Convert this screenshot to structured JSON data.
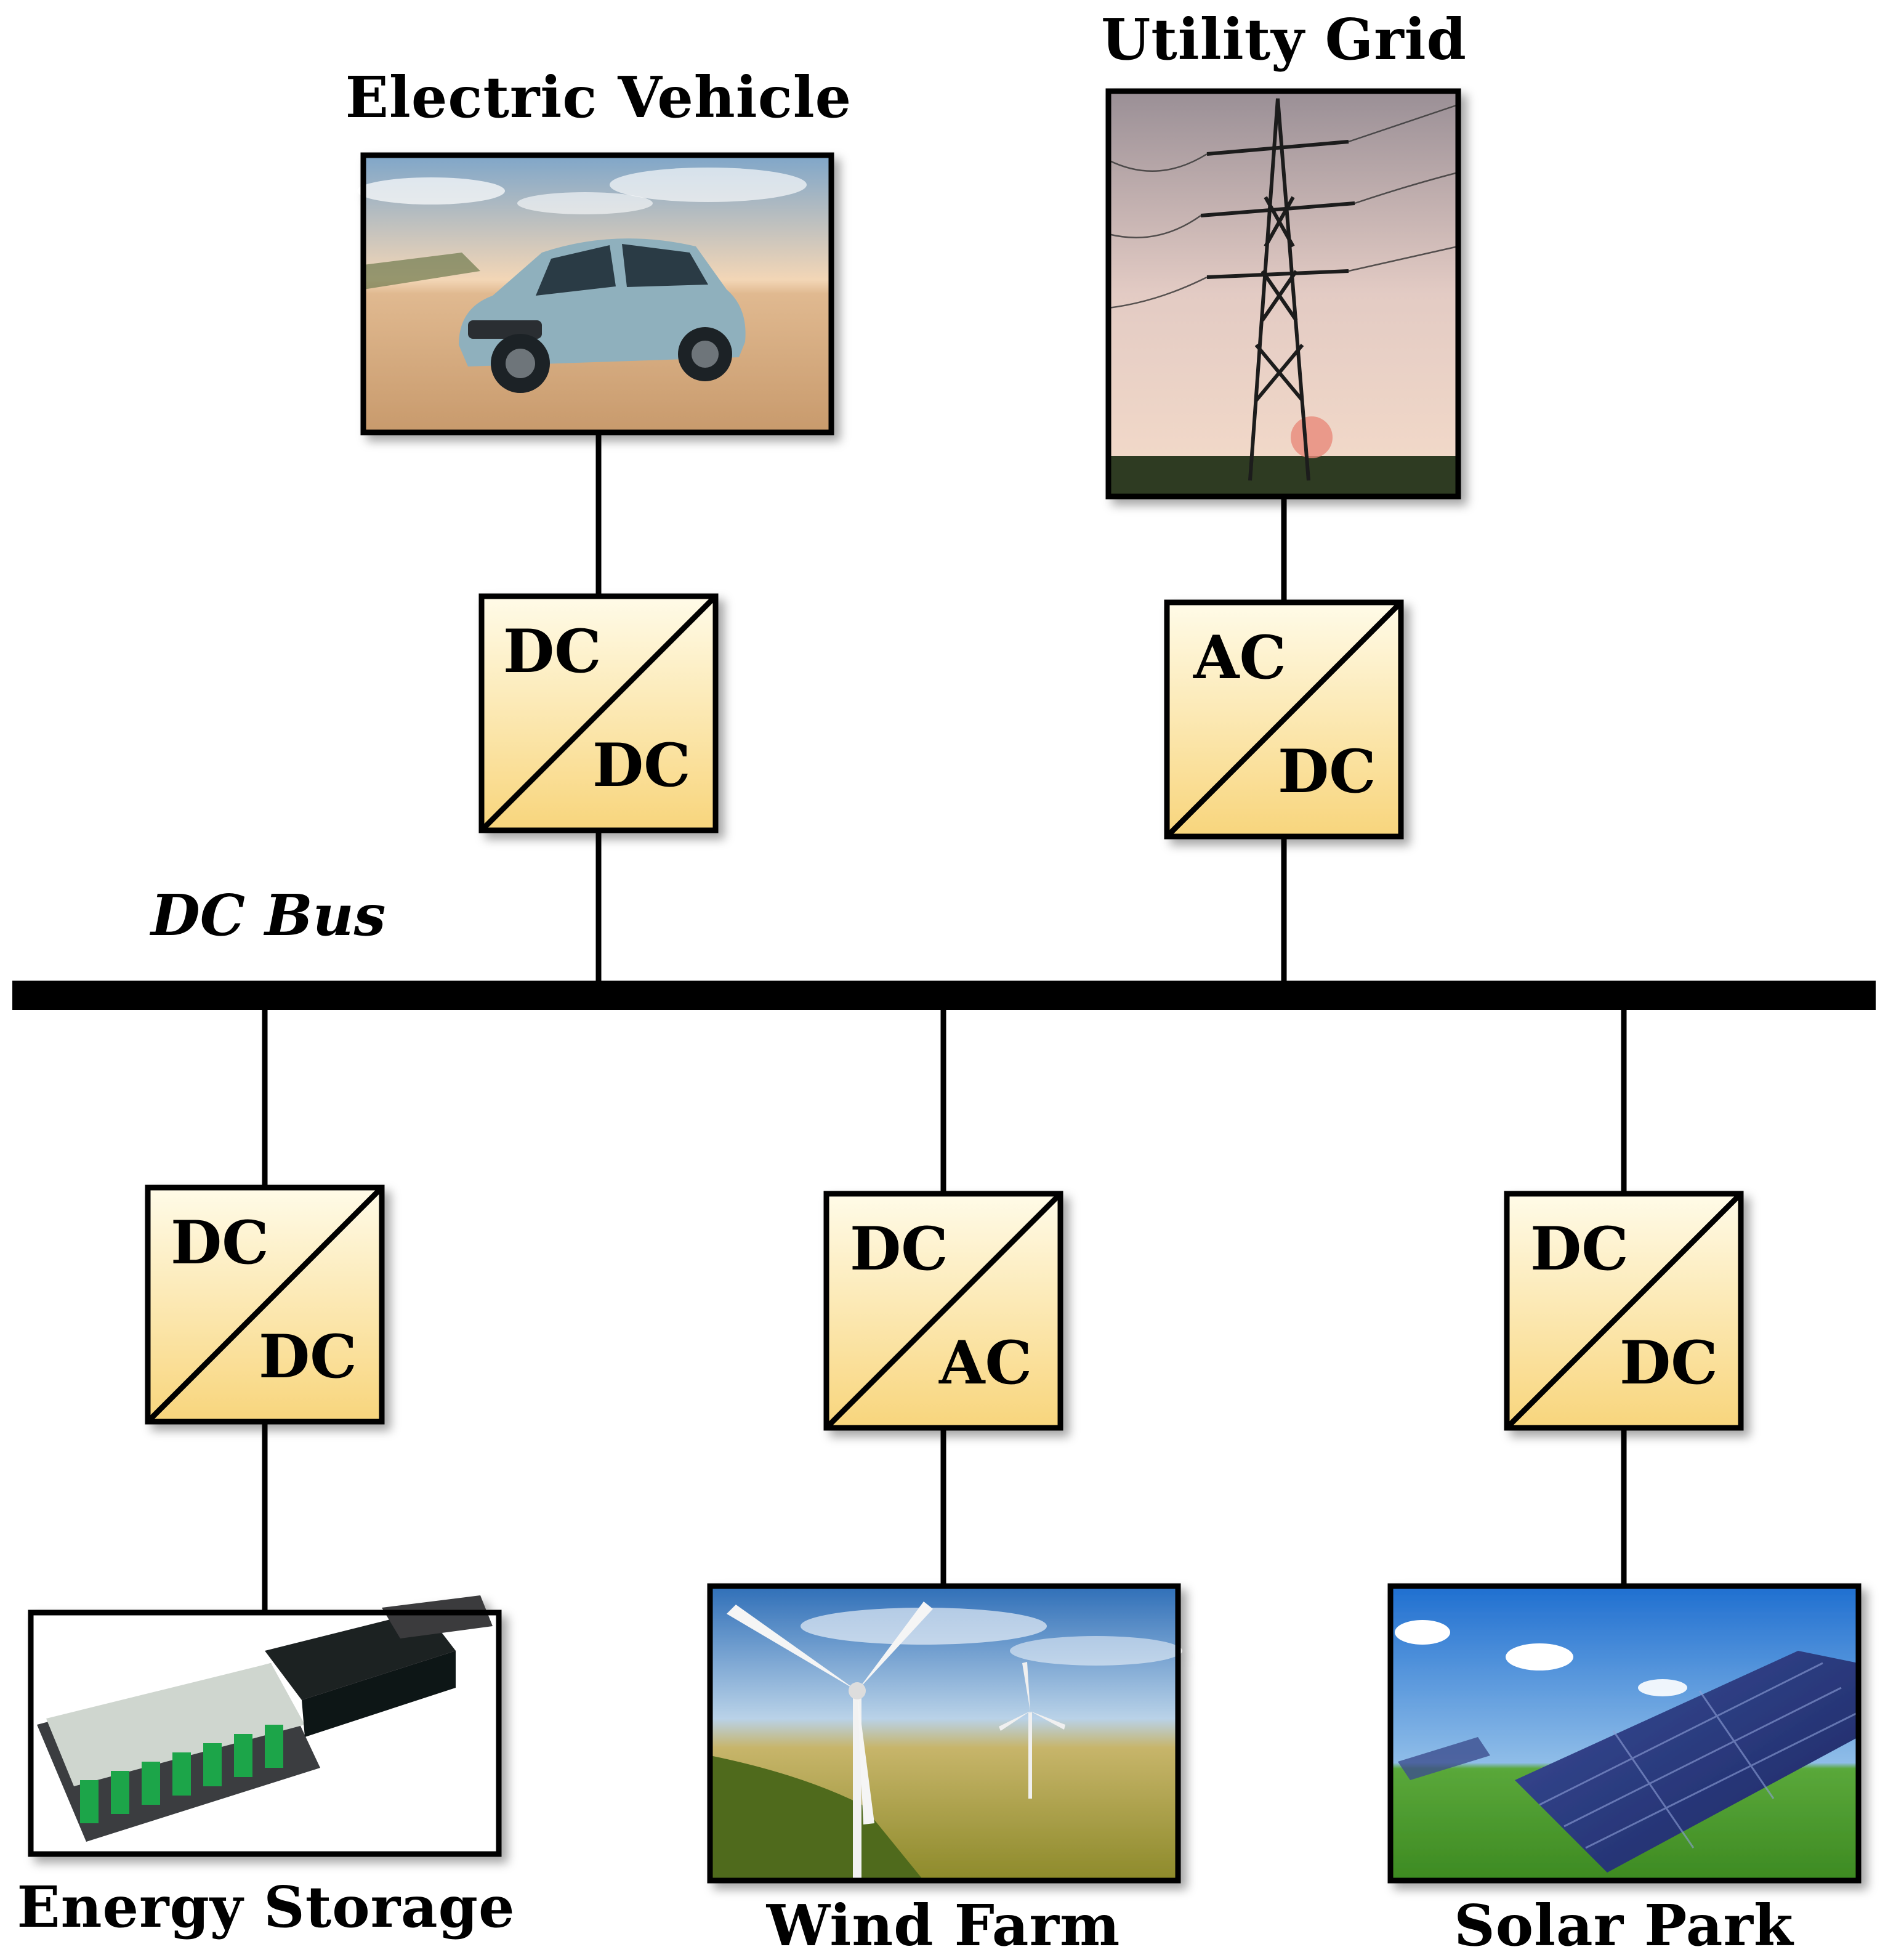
{
  "bus": {
    "label": "DC Bus"
  },
  "nodes": {
    "ev": {
      "title": "Electric Vehicle",
      "converter": {
        "top": "DC",
        "bottom": "DC"
      },
      "picture": "car-photo"
    },
    "grid": {
      "title": "Utility Grid",
      "converter": {
        "top": "AC",
        "bottom": "DC"
      },
      "picture": "power-tower-photo"
    },
    "storage": {
      "title": "Energy Storage",
      "converter": {
        "top": "DC",
        "bottom": "DC"
      },
      "picture": "battery-pack-photo"
    },
    "wind": {
      "title": "Wind Farm",
      "converter": {
        "top": "DC",
        "bottom": "AC"
      },
      "picture": "wind-turbine-photo"
    },
    "solar": {
      "title": "Solar Park",
      "converter": {
        "top": "DC",
        "bottom": "DC"
      },
      "picture": "solar-panel-photo"
    }
  },
  "colors": {
    "converter_top": "#fffbe8",
    "converter_bottom": "#f8d57c",
    "line": "#000000"
  }
}
